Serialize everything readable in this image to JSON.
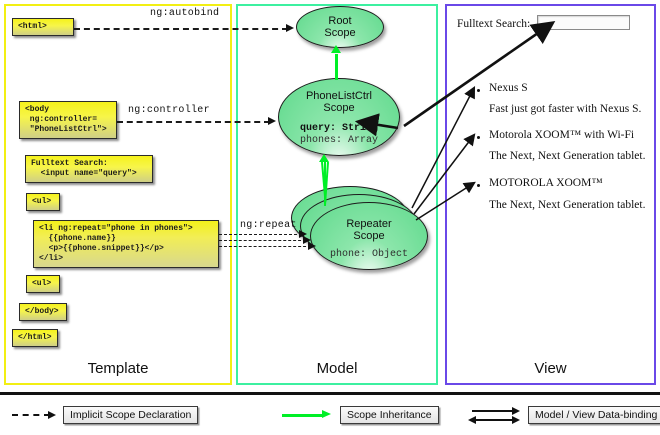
{
  "panels": {
    "template": {
      "label": "Template",
      "border_color": "#f2ef13",
      "blocks": [
        {
          "name": "html-open",
          "text": "<html>"
        },
        {
          "name": "body-open",
          "text": "<body\n ng:controller=\n \"PhoneListCtrl\">"
        },
        {
          "name": "fulltext-search",
          "text": "Fulltext Search:\n  <input name=\"query\">"
        },
        {
          "name": "ul-open",
          "text": "<ul>"
        },
        {
          "name": "li-repeat",
          "text": "<li ng:repeat=\"phone in phones\">\n  {{phone.name}}\n  <p>{{phone.snippet}}</p>\n</li>"
        },
        {
          "name": "ul-close",
          "text": "<ul>"
        },
        {
          "name": "body-close",
          "text": "</body>"
        },
        {
          "name": "html-close",
          "text": "</html>"
        }
      ]
    },
    "model": {
      "label": "Model",
      "border_color": "#3cf0a0",
      "scopes": [
        {
          "name": "root-scope",
          "title_line1": "Root",
          "title_line2": "Scope",
          "props": []
        },
        {
          "name": "phonelistctrl-scope",
          "title_line1": "PhoneListCtrl",
          "title_line2": "Scope",
          "props": [
            {
              "text": "query: String",
              "bold": true
            },
            {
              "text": "phones: Array",
              "bold": false
            }
          ]
        },
        {
          "name": "repeater-scope",
          "title_line1": "Repeater",
          "title_line2": "Scope",
          "props": [
            {
              "text": "phone: Object",
              "bold": false
            }
          ]
        }
      ]
    },
    "view": {
      "label": "View",
      "border_color": "#6a48e8",
      "search_label": "Fulltext Search:",
      "search_value": "",
      "items": [
        {
          "name": "Nexus S",
          "snippet": "Fast just got faster with Nexus S."
        },
        {
          "name": "Motorola XOOM™  with Wi-Fi",
          "snippet": "The Next, Next Generation tablet."
        },
        {
          "name": "MOTOROLA XOOM™",
          "snippet": "The Next, Next Generation tablet."
        }
      ]
    }
  },
  "connectors": [
    {
      "name": "ng-autobind",
      "label": "ng:autobind"
    },
    {
      "name": "ng-controller",
      "label": "ng:controller"
    },
    {
      "name": "ng-repeat",
      "label": "ng:repeat"
    }
  ],
  "legend": [
    {
      "name": "implicit-scope-declaration",
      "label": "Implicit Scope Declaration",
      "style": "dashed-black-arrow"
    },
    {
      "name": "scope-inheritance",
      "label": "Scope Inheritance",
      "style": "solid-green-arrow"
    },
    {
      "name": "model-view-data-binding",
      "label": "Model / View Data-binding",
      "style": "double-black-arrow"
    }
  ],
  "colors": {
    "template_border": "#f2ef13",
    "model_border": "#3cf0a0",
    "view_border": "#6a48e8",
    "inheritance_arrow": "#00ef26",
    "code_block": "#f5f21c",
    "scope_fill": "#5fd98c"
  }
}
